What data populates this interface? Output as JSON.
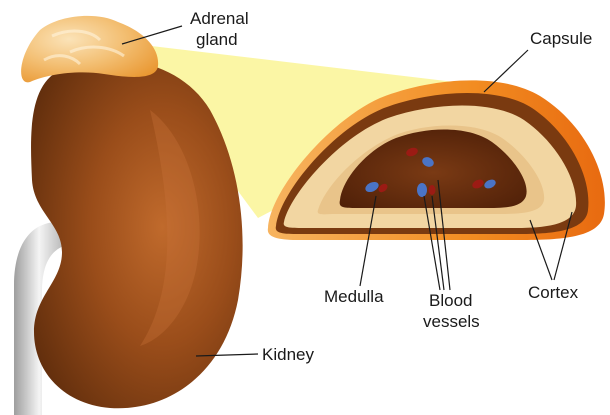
{
  "labels": {
    "adrenal_gland": [
      "Adrenal",
      "gland"
    ],
    "capsule": "Capsule",
    "medulla": "Medulla",
    "blood_vessels": [
      "Blood",
      "vessels"
    ],
    "cortex": "Cortex",
    "kidney": "Kidney"
  },
  "colors": {
    "kidney": "#7a3d12",
    "kidney_highlight": "#b5652a",
    "adrenal_gland": "#f0b35a",
    "capsule": "#f08a1c",
    "cortex": "#f3d9a8",
    "medulla": "#6b2f10",
    "vessel_blue": "#4a74c6",
    "vessel_red": "#9b1b14",
    "zoom_highlight": "#fbf6a0",
    "ureter": "#cfcfcf"
  }
}
